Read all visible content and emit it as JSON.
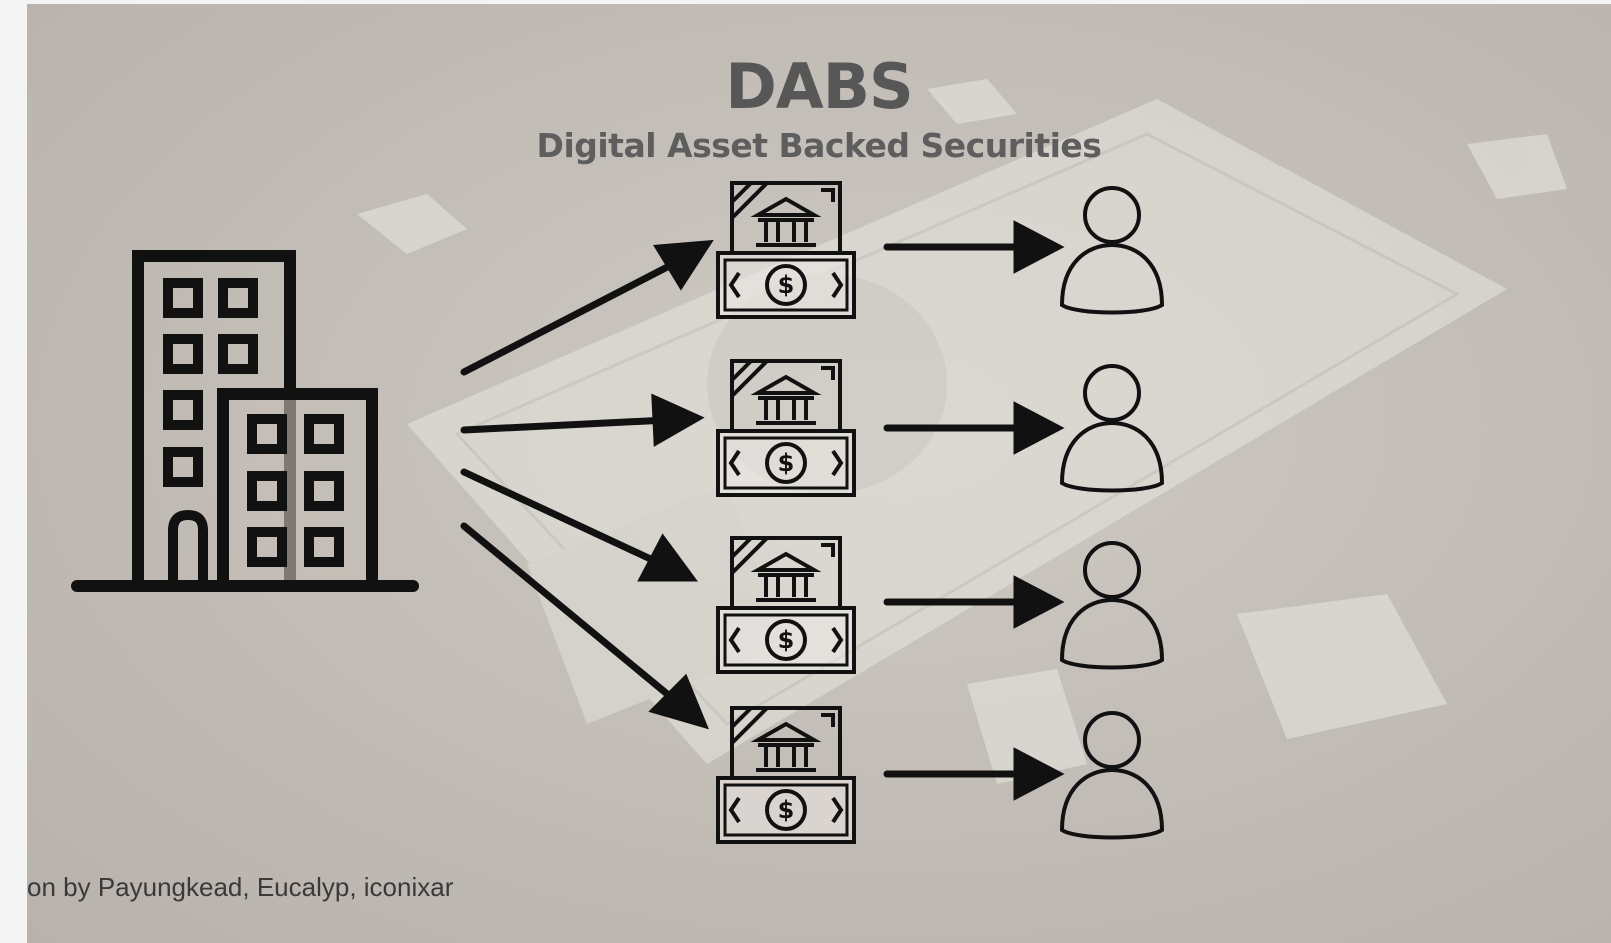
{
  "slide": {
    "title": "DABS",
    "subtitle": "Digital Asset Backed Securities",
    "credit": "on by Payungkead, Eucalyp, iconixar"
  },
  "diagram": {
    "source": {
      "icon": "office-building-icon"
    },
    "securities": [
      {
        "icon": "bank-note-security-icon"
      },
      {
        "icon": "bank-note-security-icon"
      },
      {
        "icon": "bank-note-security-icon"
      },
      {
        "icon": "bank-note-security-icon"
      }
    ],
    "investors": [
      {
        "icon": "user-icon"
      },
      {
        "icon": "user-icon"
      },
      {
        "icon": "user-icon"
      },
      {
        "icon": "user-icon"
      }
    ],
    "edges": [
      {
        "from": "building",
        "to": "security-1"
      },
      {
        "from": "building",
        "to": "security-2"
      },
      {
        "from": "building",
        "to": "security-3"
      },
      {
        "from": "building",
        "to": "security-4"
      },
      {
        "from": "security-1",
        "to": "investor-1"
      },
      {
        "from": "security-2",
        "to": "investor-2"
      },
      {
        "from": "security-3",
        "to": "investor-3"
      },
      {
        "from": "security-4",
        "to": "investor-4"
      }
    ]
  },
  "colors": {
    "background": "#c4beb8",
    "title": "#575757",
    "stroke": "#111111"
  }
}
